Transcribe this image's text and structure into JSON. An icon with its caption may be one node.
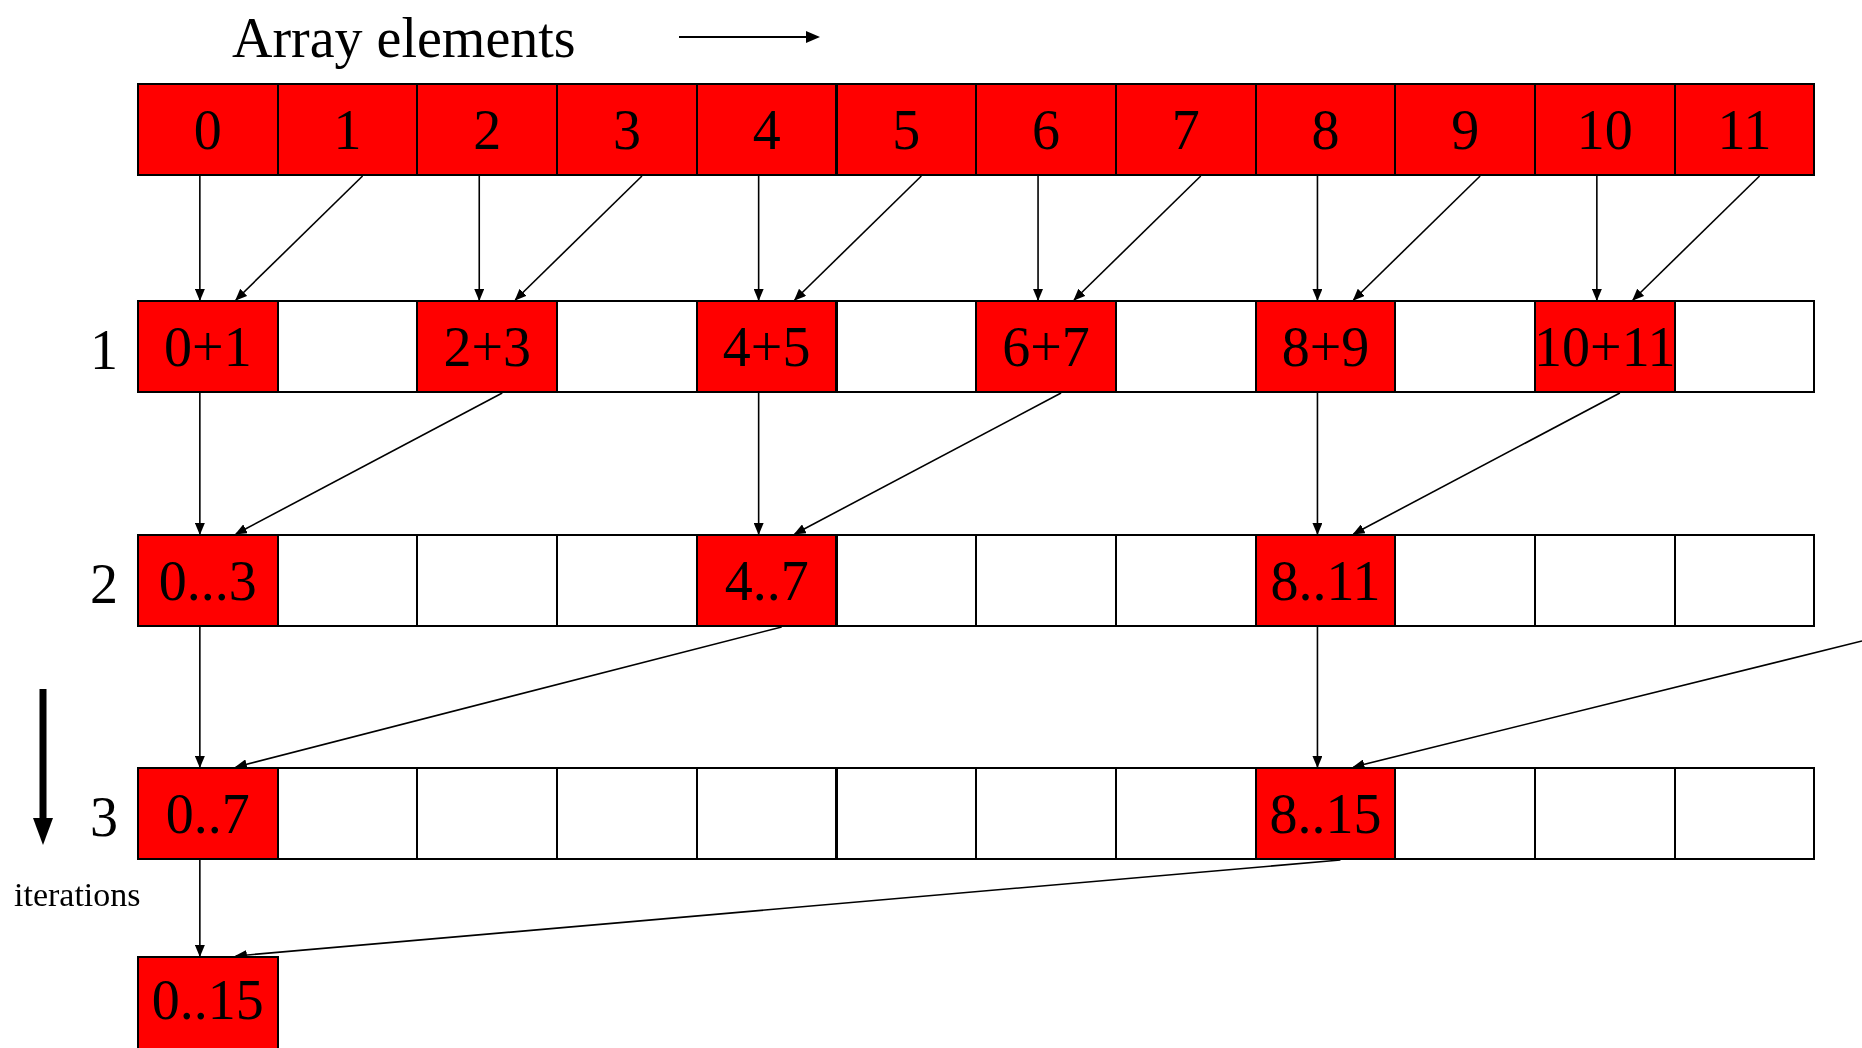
{
  "diagram": {
    "nodes": [
      {
        "text": [
          "0"
        ]
      },
      {
        "text": [
          "1"
        ]
      },
      {
        "text": [
          "2"
        ]
      },
      {
        "text": [
          "3"
        ]
      },
      {
        "text": [
          "4"
        ]
      },
      {
        "text": [
          "5"
        ]
      },
      {
        "text": [
          "6"
        ]
      },
      {
        "text": [
          "7"
        ]
      },
      {
        "text": [
          "8"
        ]
      },
      {
        "text": [
          "9"
        ]
      },
      {
        "text": [
          "10"
        ]
      },
      {
        "text": [
          "11"
        ]
      },
      {
        "text": [
          "0+1"
        ]
      },
      {
        "text": [],
        "shape": "box"
      },
      {
        "text": [
          "2+3"
        ]
      },
      {
        "text": [],
        "shape": "box"
      },
      {
        "text": [
          "4+5"
        ]
      },
      {
        "text": [],
        "shape": "box"
      },
      {
        "text": [
          "6+7"
        ]
      },
      {
        "text": [],
        "shape": "box"
      },
      {
        "text": [
          "8+9"
        ]
      },
      {
        "text": [],
        "shape": "box"
      },
      {
        "text": [
          "10+11"
        ]
      },
      {
        "text": [],
        "shape": "box"
      },
      {
        "text": [
          "0...3"
        ]
      },
      {
        "text": [],
        "shape": "box"
      },
      {
        "text": [],
        "shape": "box"
      },
      {
        "text": [],
        "shape": "box"
      },
      {
        "text": [
          "4..7"
        ]
      },
      {
        "text": [],
        "shape": "box"
      },
      {
        "text": [],
        "shape": "box"
      },
      {
        "text": [],
        "shape": "box"
      },
      {
        "text": [
          "8..11"
        ]
      },
      {
        "text": [],
        "shape": "box"
      },
      {
        "text": [],
        "shape": "box"
      },
      {
        "text": [],
        "shape": "box"
      },
      {
        "text": [
          "0..7"
        ]
      },
      {
        "text": [],
        "shape": "box"
      },
      {
        "text": [],
        "shape": "box"
      },
      {
        "text": [],
        "shape": "box"
      },
      {
        "text": [],
        "shape": "box"
      },
      {
        "text": [],
        "shape": "box"
      },
      {
        "text": [],
        "shape": "box"
      },
      {
        "text": [],
        "shape": "box"
      },
      {
        "text": [
          "8..15"
        ]
      },
      {
        "text": [],
        "shape": "box"
      },
      {
        "text": [],
        "shape": "box"
      },
      {
        "text": [],
        "shape": "box"
      },
      {
        "text": [
          "0..15"
        ]
      }
    ],
    "edges": [
      {
        "from": 0,
        "to": 12,
        "arrow": "to"
      },
      {
        "from": 1,
        "to": 12,
        "arrow": "to"
      },
      {
        "from": 2,
        "to": 14,
        "arrow": "to"
      },
      {
        "from": 3,
        "to": 14,
        "arrow": "to"
      },
      {
        "from": 4,
        "to": 16,
        "arrow": "to"
      },
      {
        "from": 5,
        "to": 16,
        "arrow": "to"
      },
      {
        "from": 6,
        "to": 18,
        "arrow": "to"
      },
      {
        "from": 7,
        "to": 18,
        "arrow": "to"
      },
      {
        "from": 8,
        "to": 20,
        "arrow": "to"
      },
      {
        "from": 9,
        "to": 20,
        "arrow": "to"
      },
      {
        "from": 10,
        "to": 22,
        "arrow": "to"
      },
      {
        "from": 11,
        "to": 22,
        "arrow": "to"
      },
      {
        "from": 12,
        "to": 24,
        "arrow": "to"
      },
      {
        "from": 14,
        "to": 24,
        "arrow": "to"
      },
      {
        "from": 16,
        "to": 28,
        "arrow": "to"
      },
      {
        "from": 18,
        "to": 28,
        "arrow": "to"
      },
      {
        "from": 20,
        "to": 32,
        "arrow": "to"
      },
      {
        "from": 22,
        "to": 32,
        "arrow": "to"
      },
      {
        "from": 24,
        "to": 36,
        "arrow": "to"
      },
      {
        "from": 28,
        "to": 36,
        "arrow": "to"
      },
      {
        "from": 32,
        "to": 44,
        "arrow": "to"
      },
      {
        "from": null,
        "to": 44,
        "arrow": "to"
      },
      {
        "from": 36,
        "to": 48,
        "arrow": "to"
      },
      {
        "from": 44,
        "to": 48,
        "arrow": "to"
      }
    ],
    "labels": [
      "Array elements",
      "1",
      "2",
      "3",
      "iterations"
    ]
  }
}
